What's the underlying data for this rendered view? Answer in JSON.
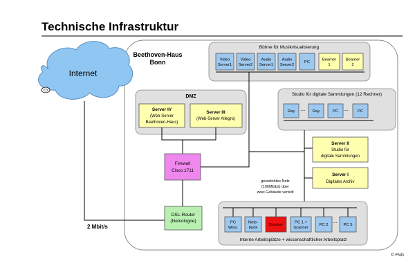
{
  "page": {
    "title": "Technische Infrastruktur",
    "copyright": "© FNG"
  },
  "internet": {
    "label": "Internet",
    "link_label": "2 Mbit/s"
  },
  "campus": {
    "title_line1": "Beethoven-Haus",
    "title_line2": "Bonn"
  },
  "stage_group": {
    "title": "Bühne für Musikvisualisierung",
    "devices": [
      {
        "line1": "Video",
        "line2": "Server1"
      },
      {
        "line1": "Video",
        "line2": "Server2"
      },
      {
        "line1": "Audio",
        "line2": "Server1"
      },
      {
        "line1": "Audio",
        "line2": "Server2"
      },
      {
        "line1": "PC",
        "line2": ""
      },
      {
        "line1": "Beamer",
        "line2": "1"
      },
      {
        "line1": "Beamer",
        "line2": "2"
      }
    ]
  },
  "dmz": {
    "title": "DMZ",
    "server4": {
      "line1": "Server IV",
      "line2": "(Web-Server",
      "line3": "Beethoven-Haus)"
    },
    "server3": {
      "line1": "Server III",
      "line2": "(Web-Server Allegro)"
    }
  },
  "studio": {
    "title": "Studio für digitale Sammlungen (12 Rechner)",
    "devices": [
      "Ray",
      "Ray",
      "PC",
      "PC"
    ],
    "dots": "..."
  },
  "firewall": {
    "line1": "Firewall",
    "line2": "Cisco 1711"
  },
  "server2": {
    "line1": "Server II",
    "line2": "Studio für",
    "line3": "digitale Sammlungen"
  },
  "server1": {
    "line1": "Server I",
    "line2": "Digitales Archiv"
  },
  "switch_note": {
    "line1": "geswitchtes Netz",
    "line2": "(100Mbit/s) über",
    "line3": "zwei Gebäude verteilt"
  },
  "router": {
    "line1": "DSL-Router",
    "line2": "(Netcologne)"
  },
  "workplaces": {
    "title": "Interne Arbeitsplätze + wissenschaftlicher Arbeitsplatz",
    "devices": [
      {
        "line1": "PC",
        "line2": "Wiss."
      },
      {
        "line1": "Note-",
        "line2": "book"
      },
      {
        "line1": "Drucker",
        "line2": ""
      },
      {
        "line1": "PC 1 +",
        "line2": "Scanner"
      },
      {
        "line1": "PC 2",
        "line2": ""
      },
      {
        "line1": "PC 5",
        "line2": ""
      }
    ],
    "dots": "..."
  },
  "colors": {
    "device_blue": "#9ec8ee",
    "server_yellow": "#ffffb0",
    "firewall_magenta": "#ee88ee",
    "router_green": "#b8f0b0",
    "printer_red": "#ee1111",
    "panel_grey": "#e0e0e0",
    "cloud_blue": "#8fc6f2"
  }
}
